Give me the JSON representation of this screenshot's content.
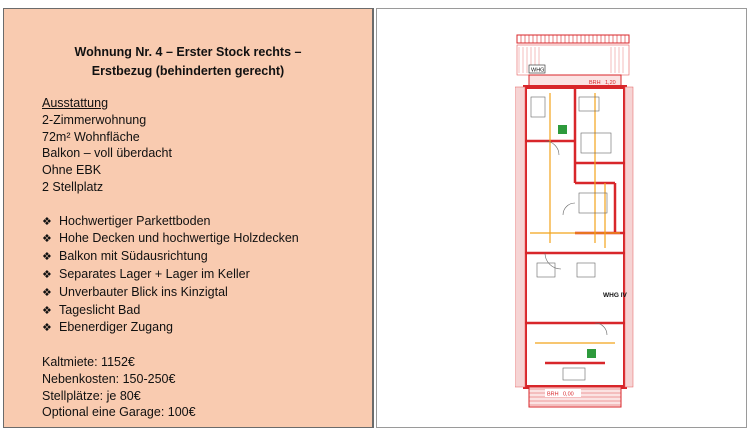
{
  "listing": {
    "title_line1": "Wohnung Nr. 4 – Erster Stock rechts –",
    "title_line2": "Erstbezug (behinderten gerecht)",
    "features_heading": "Ausstattung",
    "features": [
      "2-Zimmerwohnung",
      "72m² Wohnfläche",
      "Balkon – voll überdacht",
      "Ohne EBK",
      "2 Stellplatz"
    ],
    "highlights": [
      "Hochwertiger Parkettboden",
      "Hohe Decken und hochwertige Holzdecken",
      "Balkon mit Südausrichtung",
      "Separates Lager + Lager im Keller",
      "Unverbauter Blick ins Kinzigtal",
      "Tageslicht Bad",
      "Ebenerdiger Zugang"
    ],
    "bullet_glyph": "❖",
    "costs": [
      "Kaltmiete: 1152€",
      "Nebenkosten: 150-250€",
      "Stellplätze: je 80€",
      "Optional eine Garage: 100€"
    ]
  },
  "floorplan": {
    "label_whg": "WHG IV",
    "label_top": "WHG",
    "label_brh_top": "BRH",
    "label_dim_top": "1,20",
    "label_brh_bottom": "BRH",
    "label_dim_bottom": "0,00",
    "colors": {
      "wall": "#d8262a",
      "accent": "#f2a31b",
      "green": "#2d9a3c"
    }
  }
}
